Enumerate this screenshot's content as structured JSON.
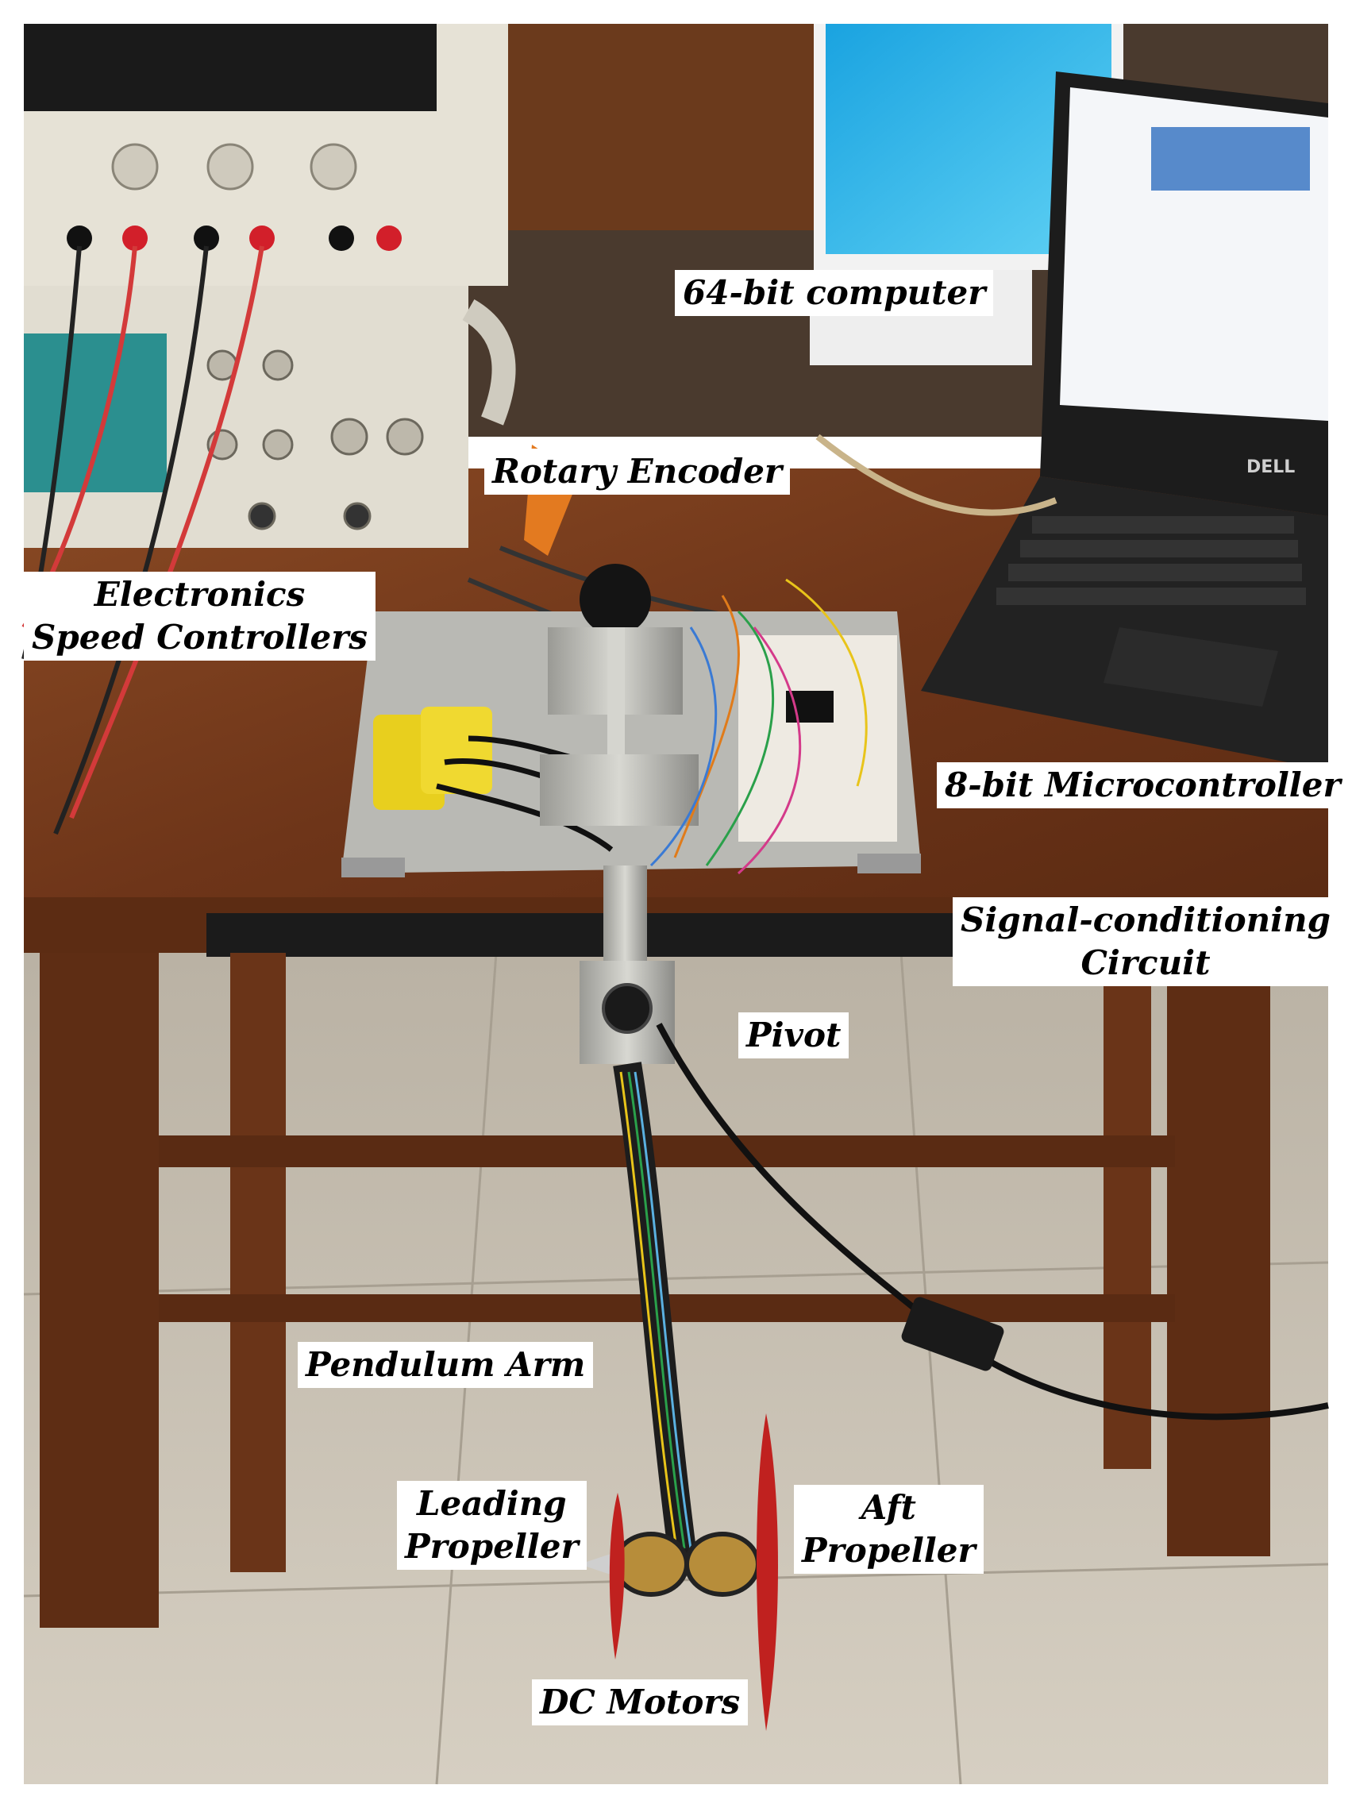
{
  "labels": {
    "computer": "64-bit computer",
    "rotary_encoder": "Rotary Encoder",
    "esc_line1": "Electronics",
    "esc_line2": "Speed Controllers",
    "microcontroller": "8-bit Microcontroller",
    "signal_line1": "Signal-conditioning",
    "signal_line2": "Circuit",
    "pivot": "Pivot",
    "pendulum_arm": "Pendulum Arm",
    "leading_line1": "Leading",
    "leading_line2": "Propeller",
    "aft_line1": "Aft",
    "aft_line2": "Propeller",
    "dc_motors": "DC Motors"
  },
  "scene_text": {
    "laptop_brand": "DELL"
  },
  "colors": {
    "wood": "#7a3f1f",
    "floor": "#c9c1b3",
    "propeller": "#c0211f",
    "screen": "#23b5e8",
    "power_supply": "#e6e2d6",
    "base_plate": "#b9b9b4",
    "esc_yellow": "#e8cf1e"
  }
}
